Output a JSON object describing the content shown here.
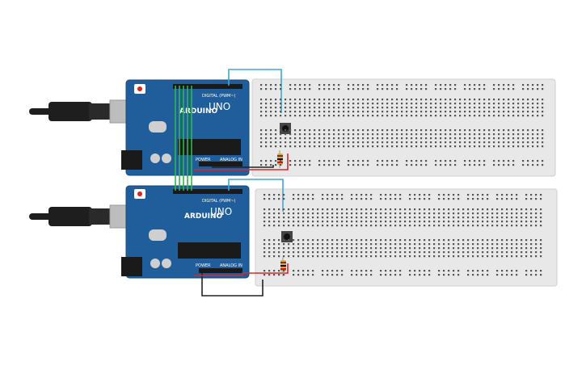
{
  "boards": [
    {
      "id": "top",
      "brand": "ARDUINO",
      "model": "UNO",
      "header_digital": "DIGITAL (PWM~)",
      "header_power": "POWER",
      "header_analog": "ANALOG IN"
    },
    {
      "id": "bottom",
      "brand": "ARDUINO",
      "model": "UNO",
      "header_digital": "DIGITAL (PWM~)",
      "header_power": "POWER",
      "header_analog": "ANALOG IN"
    }
  ],
  "colors": {
    "board": "#1f5e9a",
    "board_edge": "#174b7c",
    "breadboard": "#e8e8e8",
    "breadboard_edge": "#cfcfcf",
    "wire_green": "#2fb84a",
    "wire_blue": "#3da7d6",
    "wire_black": "#222222",
    "wire_red": "#d62828",
    "usb_cable": "#1e1e1e",
    "chip": "#1a1a1a"
  },
  "icons": {
    "usb": "usb-cable-icon",
    "pushbutton": "pushbutton-icon",
    "resistor": "resistor-icon"
  }
}
